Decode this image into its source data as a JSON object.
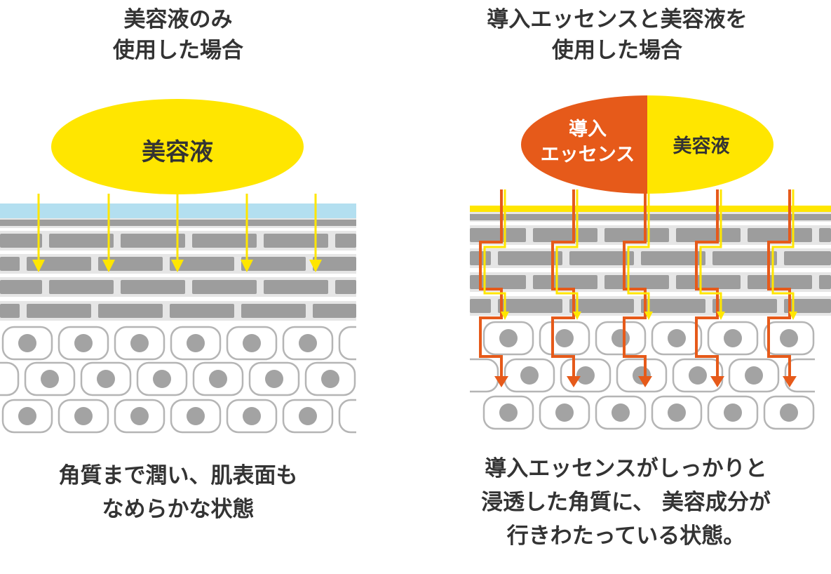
{
  "left": {
    "title_line1": "美容液のみ",
    "title_line2": "使用した場合",
    "blob_label": "美容液",
    "caption_line1": "角質まで潤い、肌表面も",
    "caption_line2": "なめらかな状態"
  },
  "right": {
    "title_line1": "導入エッセンスと美容液を",
    "title_line2": "使用した場合",
    "blob_left_line1": "導入",
    "blob_left_line2": "エッセンス",
    "blob_right_label": "美容液",
    "caption_line1": "導入エッセンスがしっかりと",
    "caption_line2": "浸透した角質に、 美容成分が",
    "caption_line3": "行きわたっている状態。"
  },
  "colors": {
    "serum_yellow": "#ffe600",
    "essence_orange": "#e65a1a",
    "surface_blue": "#b3dff0",
    "brick_gray": "#9d9d9d",
    "cell_outline": "#b5b5b5",
    "nucleus_gray": "#a3a3a3",
    "text": "#333333"
  }
}
